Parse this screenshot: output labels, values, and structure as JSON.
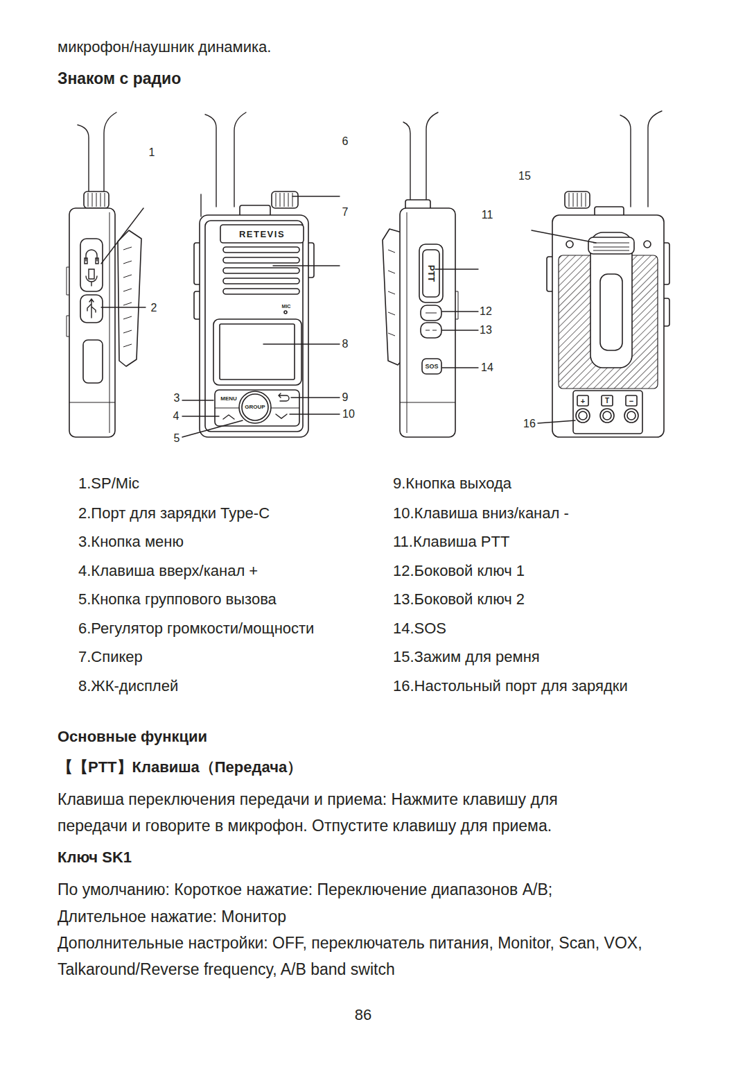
{
  "diagram": {
    "title": "Знаком с радио",
    "labels": [
      "микрофон/наушник динамика.",
      "1",
      "2",
      "3",
      "4",
      "5",
      "6",
      "7",
      "8",
      "9",
      "10",
      "11",
      "12",
      "13",
      "14",
      "15",
      "16",
      "RETEVIS",
      "MIC",
      "MENU",
      "GROUP",
      "PTT",
      "SOS",
      "+",
      "T",
      "−",
      "1.SP/Mic",
      "2.Порт для зарядки Type-C",
      "3.Кнопка меню",
      "4.Клавиша вверх/канал +",
      "5.Кнопка группового вызова",
      "6.Регулятор громкости/мощности",
      "7.Спикер",
      "8.ЖК-дисплей",
      "9.Кнопка выхода",
      "10.Клавиша вниз/канал -",
      "11.Клавиша PTT",
      "12.Боковой ключ 1",
      "13.Боковой ключ 2",
      "14.SOS",
      "15.Зажим для ремня",
      "16.Настольный порт для зарядки",
      "Основные функции",
      "【【PTT】Клавиша（Передача）",
      "Клавиша переключения передачи и приема: Нажмите клавишу для передачи и говорите в микрофон. Отпустите клавишу для приема.",
      "Ключ SK1",
      "По умолчанию: Короткое нажатие: Переключение диапазонов A/B;",
      "Длительное нажатие: Монитор",
      "Дополнительные настройки: OFF, переключатель питания, Monitor, Scan, VOX, Talkaround/Reverse frequency, A/B band switch",
      "86"
    ]
  }
}
